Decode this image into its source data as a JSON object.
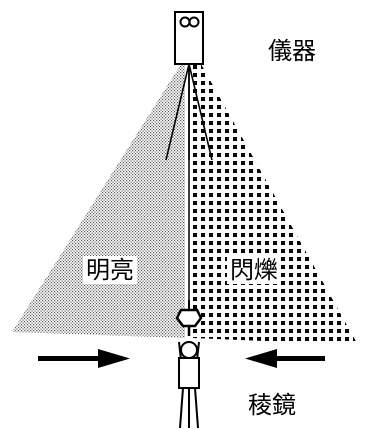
{
  "labels": {
    "instrument": "儀器",
    "bright": "明亮",
    "flash": "閃爍",
    "prism": "稜鏡"
  },
  "colors": {
    "ink": "#000000",
    "stipple": "#5a5a5a",
    "background": "#ffffff"
  },
  "icons": [
    "total-station-icon",
    "tripod-icon",
    "prism-icon",
    "surveyor-icon",
    "arrow-right-icon",
    "arrow-left-icon"
  ]
}
